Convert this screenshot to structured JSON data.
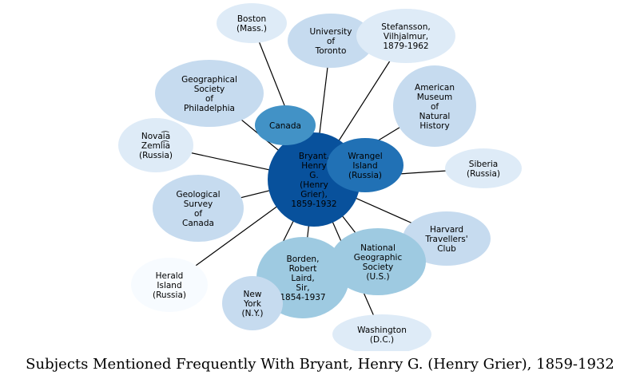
{
  "title": "Subjects Mentioned Frequently With Bryant, Henry G. (Henry Grier), 1859-1932",
  "colors": {
    "center": "#08519c",
    "strong": "#2171b5",
    "medium_strong": "#4292c6",
    "medium": "#9ecae1",
    "light": "#c6dbef",
    "lighter": "#deebf7",
    "lightest": "#f7fbff",
    "edge": "#000000"
  },
  "nodes": [
    {
      "id": "bryant",
      "lines": [
        "Bryant,",
        "Henry",
        "G.",
        "(Henry",
        "Grier),",
        "1859-1932"
      ],
      "shade": "center",
      "text_color": "#ffffff"
    },
    {
      "id": "boston",
      "lines": [
        "Boston",
        "(Mass.)"
      ],
      "shade": "lighter"
    },
    {
      "id": "toronto",
      "lines": [
        "University",
        "of",
        "Toronto"
      ],
      "shade": "light"
    },
    {
      "id": "stefansson",
      "lines": [
        "Stefansson,",
        "Vilhjalmur,",
        "1879-1962"
      ],
      "shade": "lighter"
    },
    {
      "id": "geo-philadelphia",
      "lines": [
        "Geographical",
        "Society",
        "of",
        "Philadelphia"
      ],
      "shade": "light"
    },
    {
      "id": "canada",
      "lines": [
        "Canada"
      ],
      "shade": "medium_strong"
    },
    {
      "id": "amnh",
      "lines": [
        "American",
        "Museum",
        "of",
        "Natural",
        "History"
      ],
      "shade": "light"
    },
    {
      "id": "novaia-zemlia",
      "lines": [
        "Novai͡a",
        "Zemli͡a",
        "(Russia)"
      ],
      "shade": "lighter"
    },
    {
      "id": "wrangel",
      "lines": [
        "Wrangel",
        "Island",
        "(Russia)"
      ],
      "shade": "strong"
    },
    {
      "id": "siberia",
      "lines": [
        "Siberia",
        "(Russia)"
      ],
      "shade": "lighter"
    },
    {
      "id": "gsc",
      "lines": [
        "Geological",
        "Survey",
        "of",
        "Canada"
      ],
      "shade": "light"
    },
    {
      "id": "harvard",
      "lines": [
        "Harvard",
        "Travellers'",
        "Club"
      ],
      "shade": "light"
    },
    {
      "id": "herald",
      "lines": [
        "Herald",
        "Island",
        "(Russia)"
      ],
      "shade": "lightest"
    },
    {
      "id": "ngs",
      "lines": [
        "National",
        "Geographic",
        "Society",
        "(U.S.)"
      ],
      "shade": "medium"
    },
    {
      "id": "borden",
      "lines": [
        "Borden,",
        "Robert",
        "Laird,",
        "Sir,",
        "1854-1937"
      ],
      "shade": "medium"
    },
    {
      "id": "new-york",
      "lines": [
        "New",
        "York",
        "(N.Y.)"
      ],
      "shade": "light"
    },
    {
      "id": "washington",
      "lines": [
        "Washington",
        "(D.C.)"
      ],
      "shade": "lighter"
    }
  ]
}
